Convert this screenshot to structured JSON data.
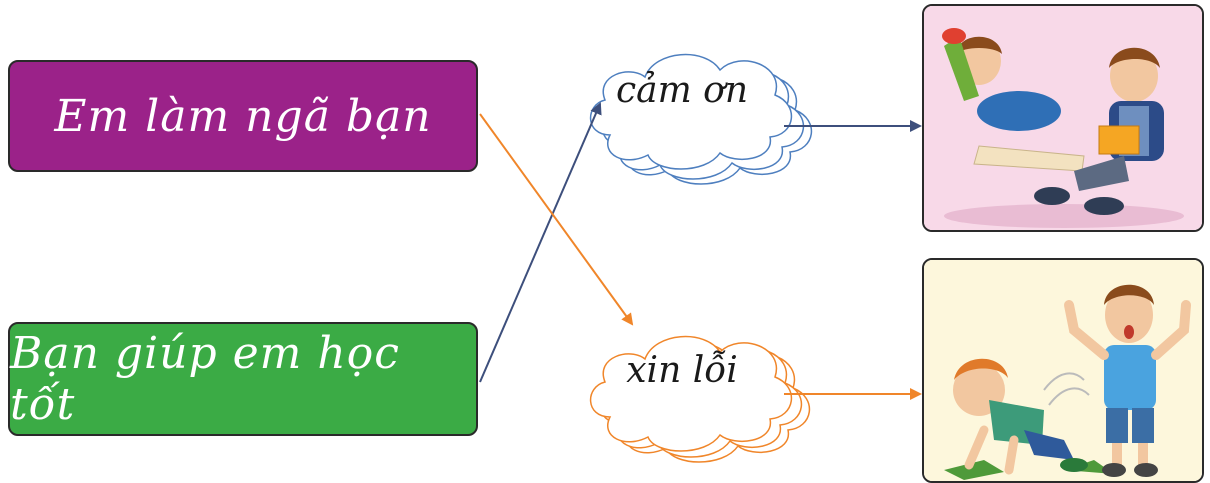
{
  "phrases": {
    "left_top": "Em làm ngã bạn",
    "left_bottom": "Bạn giúp em học tốt",
    "cloud_top": "cảm ơn",
    "cloud_bottom": "xin lỗi"
  },
  "colors": {
    "purple_box": "#9b2289",
    "green_box": "#3bab45",
    "blue_arrow": "#3d4f7c",
    "orange_arrow": "#f0862a",
    "cloud_blue": "#4e7fbf",
    "cloud_orange": "#f0862a",
    "pic1_bg": "#f8d9e8",
    "pic2_bg": "#fdf7dc"
  },
  "icons": {
    "picture_top": "two-boys-reading-illustration",
    "picture_bottom": "boy-pushed-falling-illustration"
  }
}
